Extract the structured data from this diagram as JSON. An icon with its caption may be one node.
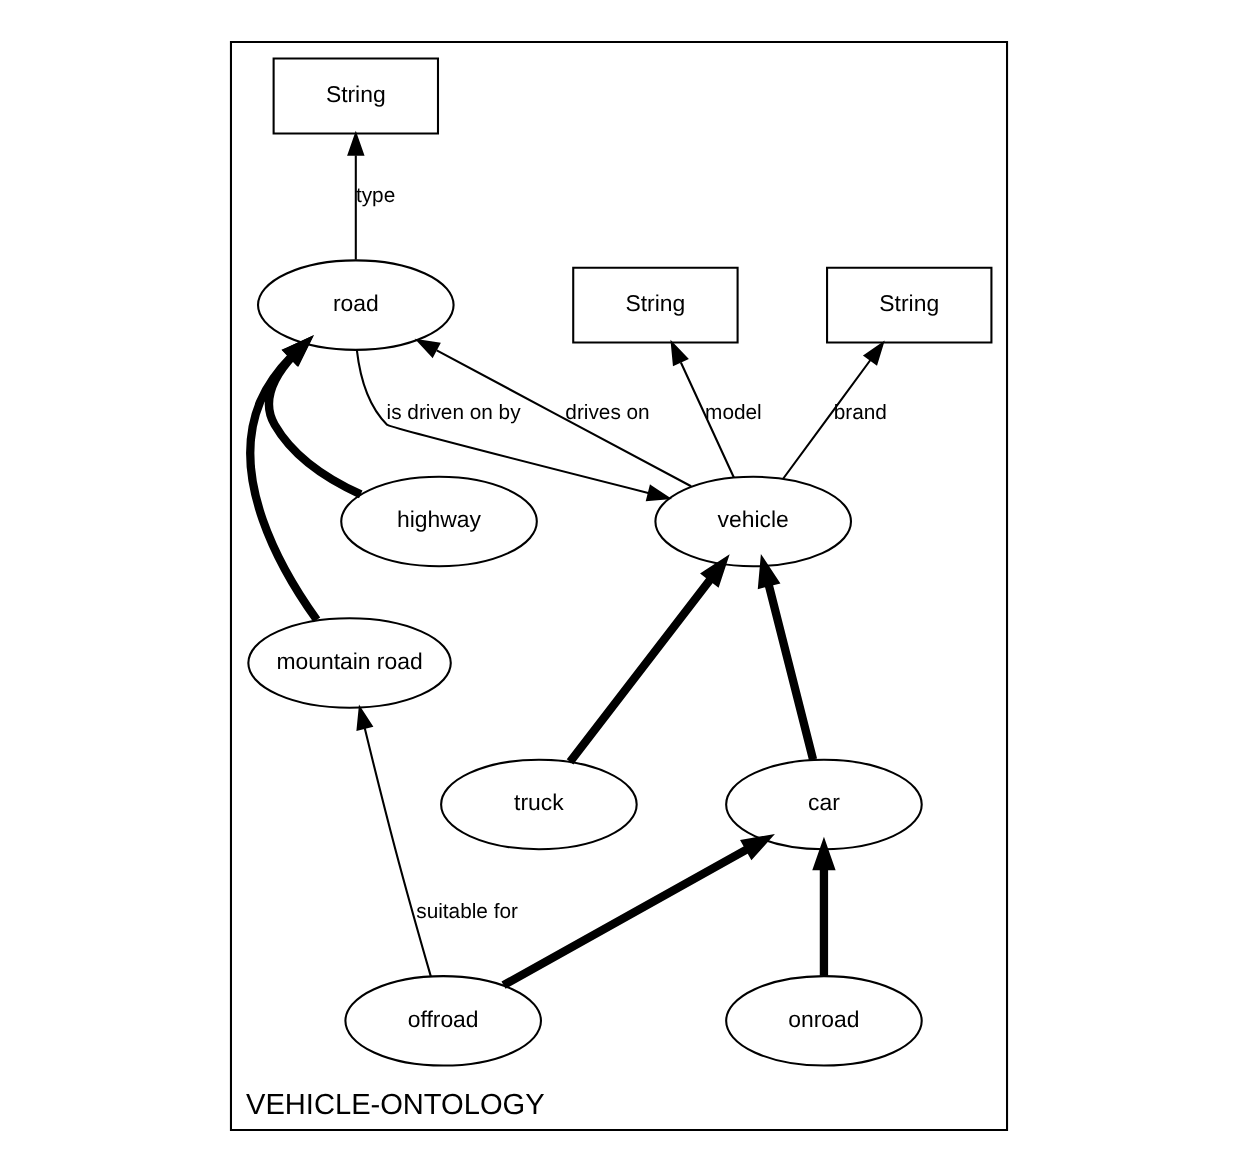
{
  "diagram": {
    "nodes": [
      {
        "text": [
          "VEHICLE-ONTOLOGY"
        ]
      },
      {
        "text": [
          "String"
        ],
        "in": 0
      },
      {
        "text": [
          "String"
        ],
        "in": 0
      },
      {
        "text": [
          "String"
        ],
        "in": 0
      },
      {
        "text": [
          "vehicle"
        ],
        "in": 0
      },
      {
        "text": [
          "road"
        ],
        "in": 0
      },
      {
        "text": [
          "car"
        ],
        "in": 0
      },
      {
        "text": [
          "truck"
        ],
        "in": 0
      },
      {
        "text": [
          "highway"
        ],
        "in": 0
      },
      {
        "text": [
          "offroad"
        ],
        "in": 0
      },
      {
        "text": [
          "onroad"
        ],
        "in": 0
      },
      {
        "text": [
          "mountain road"
        ],
        "in": 0
      }
    ],
    "edges": [
      {
        "from": 4,
        "to": 1,
        "arrow": "to",
        "label": "model"
      },
      {
        "from": 4,
        "to": 2,
        "arrow": "to",
        "label": "brand"
      },
      {
        "from": 5,
        "to": 3,
        "arrow": "to",
        "label": "type"
      },
      {
        "from": 4,
        "to": 5,
        "arrow": "to",
        "label": "drives on"
      },
      {
        "from": 5,
        "to": 4,
        "arrow": "to",
        "label": "is driven on by"
      },
      {
        "from": 6,
        "to": 4,
        "arrow": "to",
        "style": "thick"
      },
      {
        "from": 7,
        "to": 4,
        "arrow": "to",
        "style": "thick"
      },
      {
        "from": 8,
        "to": 5,
        "arrow": "to",
        "style": "thick"
      },
      {
        "from": 11,
        "to": 5,
        "arrow": "to",
        "style": "thick"
      },
      {
        "from": 9,
        "to": 6,
        "arrow": "to",
        "style": "thick"
      },
      {
        "from": 10,
        "to": 6,
        "arrow": "to",
        "style": "thick"
      },
      {
        "from": 9,
        "to": 11,
        "arrow": "to",
        "label": "suitable for"
      }
    ]
  }
}
